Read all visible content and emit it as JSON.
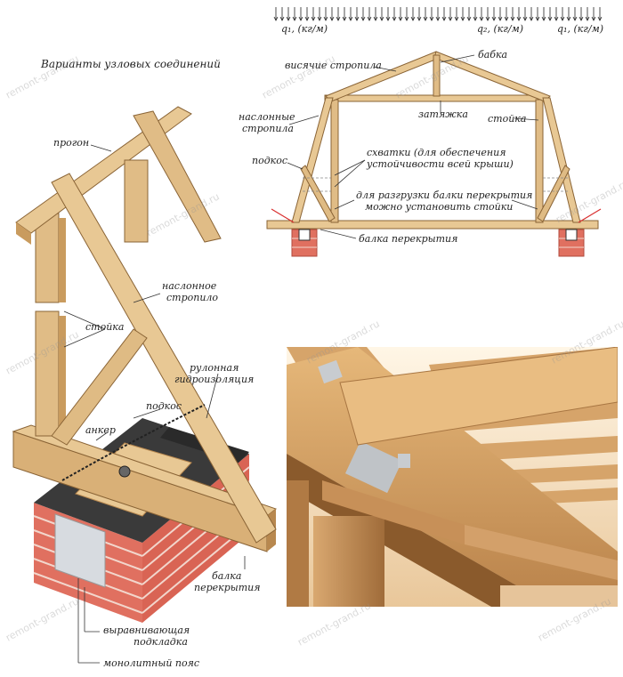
{
  "watermark": "remont-grand.ru",
  "colors": {
    "wood_light": "#e8c894",
    "wood_mid": "#d9b077",
    "wood_dark": "#b8884f",
    "brick": "#e07060",
    "brick_mortar": "#f2d6cc",
    "plate": "#d7dbe0",
    "lines": "#333333",
    "accent_red": "#d93030"
  },
  "left_diagram": {
    "title": "Варианты узловых соединений",
    "labels": {
      "progon": "прогон",
      "naslon_stropilo_1": "наслонное",
      "naslon_stropilo_2": "стропило",
      "stoika": "стойка",
      "rulon_1": "рулонная",
      "rulon_2": "гидроизоляция",
      "podkos": "подкос",
      "ankor": "анкер",
      "balka_1": "балка",
      "balka_2": "перекрытия",
      "vyrav_1": "выравнивающая",
      "vyrav_2": "подкладка",
      "monolit": "монолитный пояс"
    }
  },
  "right_diagram": {
    "loads": {
      "q1_left": "q₁, (кг/м)",
      "q2": "q₂, (кг/м)",
      "q1_right": "q₁, (кг/м)"
    },
    "labels": {
      "visyachie": "висячие стропила",
      "babka": "бабка",
      "naslon_1": "наслонные",
      "naslon_2": "стропила",
      "zatyazhka": "затяжка",
      "stoika": "стойка",
      "podkos": "подкос",
      "skhvatki_1": "схватки (для обеспечения",
      "skhvatki_2": "устойчивости всей крыши)",
      "razgruzka_1": "для разгрузки балки перекрытия",
      "razgruzka_2": "можно установить стойки",
      "balka": "балка перекрытия"
    }
  }
}
